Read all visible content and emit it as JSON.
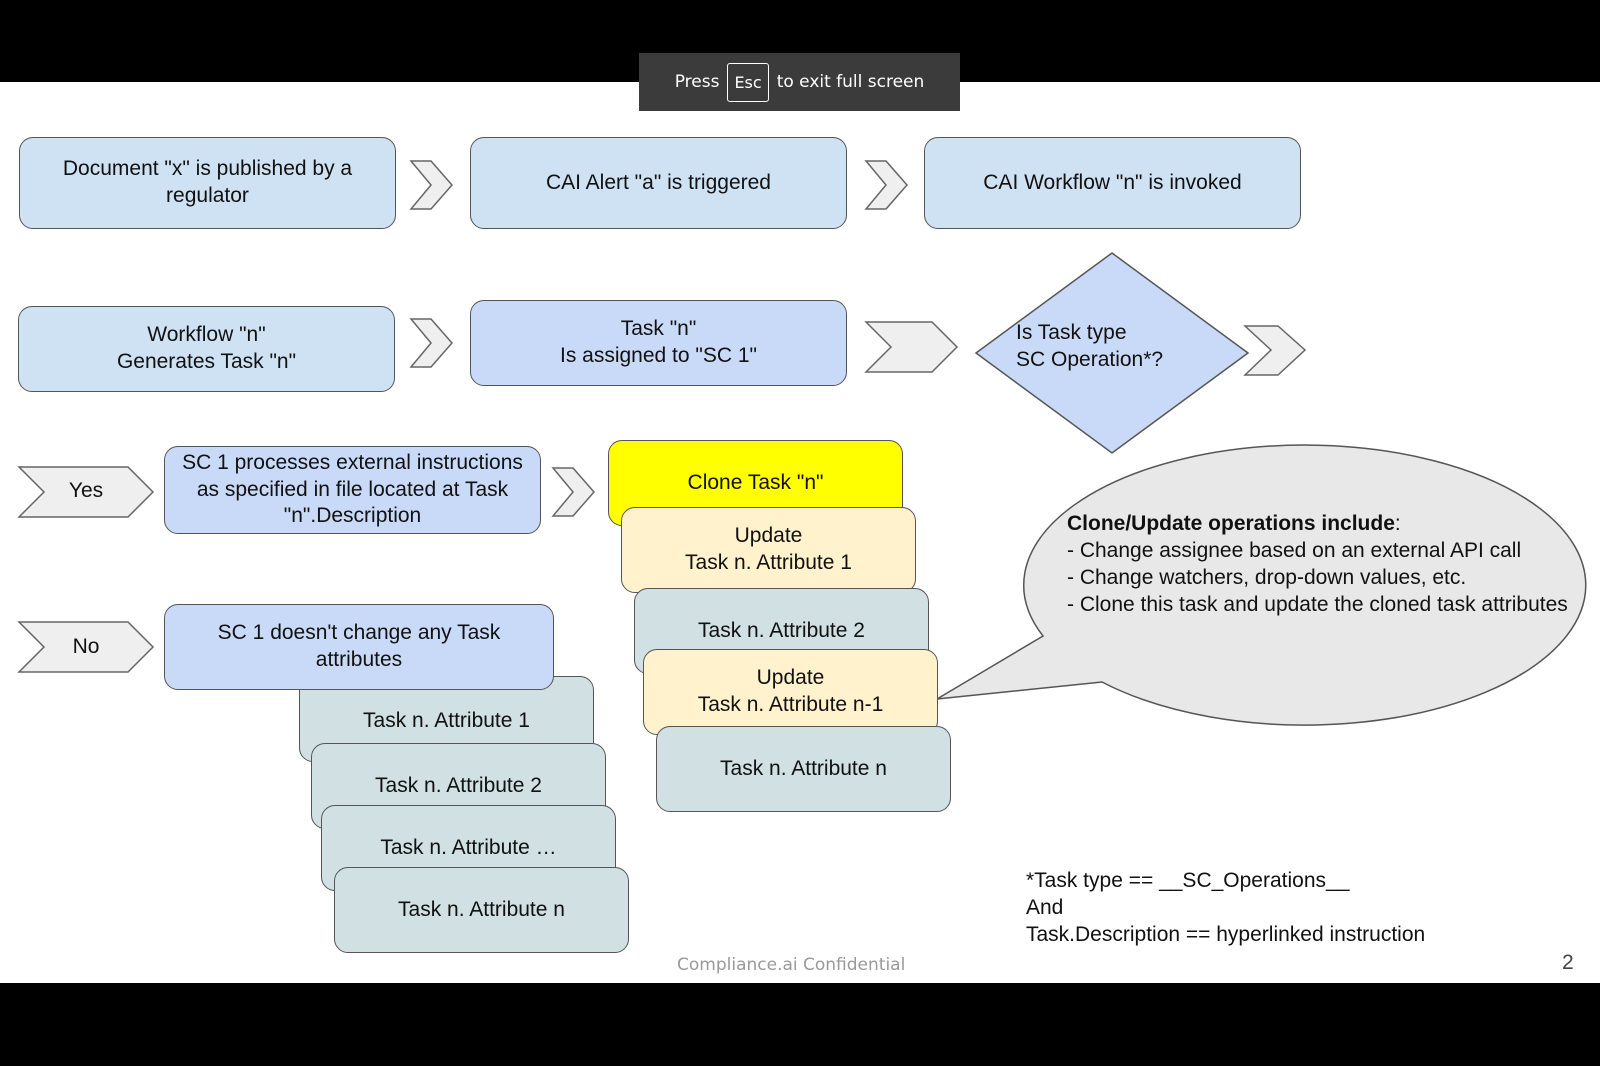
{
  "fullscreen_notice": {
    "press": "Press",
    "key": "Esc",
    "message": "to exit full screen"
  },
  "row1": {
    "step1": "Document \"x\" is published by a regulator",
    "step2": "CAI Alert \"a\" is triggered",
    "step3": "CAI Workflow \"n\" is invoked"
  },
  "row2": {
    "step1": "Workflow \"n\"\nGenerates Task \"n\"",
    "step2": "Task \"n\"\nIs assigned to \"SC 1\"",
    "decision": "Is Task type\nSC Operation*?"
  },
  "yes_branch": {
    "label": "Yes",
    "process": "SC 1 processes external instructions as specified in file located at Task \"n\".Description",
    "clone": "Clone Task \"n\"",
    "update1": "Update\nTask n. Attribute 1",
    "attr2": "Task n. Attribute 2",
    "update_n1": "Update\nTask n. Attribute n-1",
    "attr_n": "Task n. Attribute n"
  },
  "no_branch": {
    "label": "No",
    "process": "SC 1 doesn't change any  Task attributes",
    "attr1": "Task n. Attribute 1",
    "attr2": "Task n. Attribute 2",
    "attr_etc": "Task n. Attribute …",
    "attr_n": "Task n. Attribute n"
  },
  "callout": {
    "heading": "Clone/Update operations include",
    "colon": ":",
    "items": [
      "- Change assignee based on an external API call",
      "- Change watchers, drop-down values, etc.",
      "- Clone this task and update the cloned task attributes"
    ]
  },
  "footnote": {
    "line1": "*Task type == __SC_Operations__",
    "line2": "And",
    "line3": "Task.Description == hyperlinked instruction"
  },
  "footer": "Compliance.ai Confidential",
  "page_number": "2",
  "colors": {
    "light_blue": "#cfe2f3",
    "periwinkle": "#c9daf8",
    "gray_teal": "#d0e0e3",
    "cream": "#fff2cc",
    "yellow": "#ffff00",
    "arrow_fill": "#efefef",
    "callout_fill": "#e8e8e8"
  }
}
